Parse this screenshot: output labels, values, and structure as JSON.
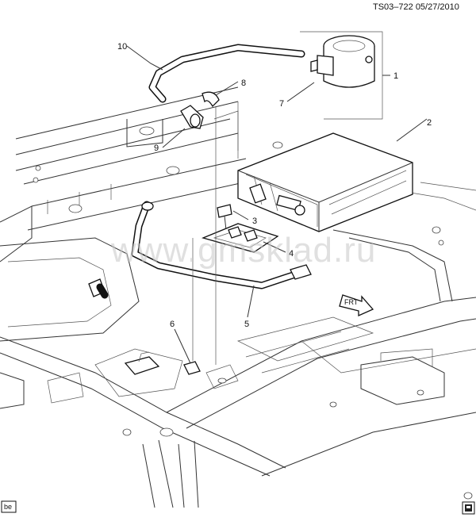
{
  "header": {
    "ref_code": "TS03–722  05/27/2010"
  },
  "watermark": {
    "text": "www.gmsklad.ru"
  },
  "callouts": [
    {
      "id": "1",
      "label": "1"
    },
    {
      "id": "2",
      "label": "2"
    },
    {
      "id": "3",
      "label": "3"
    },
    {
      "id": "4",
      "label": "4"
    },
    {
      "id": "5",
      "label": "5"
    },
    {
      "id": "6",
      "label": "6"
    },
    {
      "id": "7",
      "label": "7"
    },
    {
      "id": "8",
      "label": "8"
    },
    {
      "id": "9",
      "label": "9"
    },
    {
      "id": "10",
      "label": "10"
    }
  ],
  "direction_arrow": {
    "label": "FRT"
  },
  "footer": {
    "corner_code": "be"
  }
}
